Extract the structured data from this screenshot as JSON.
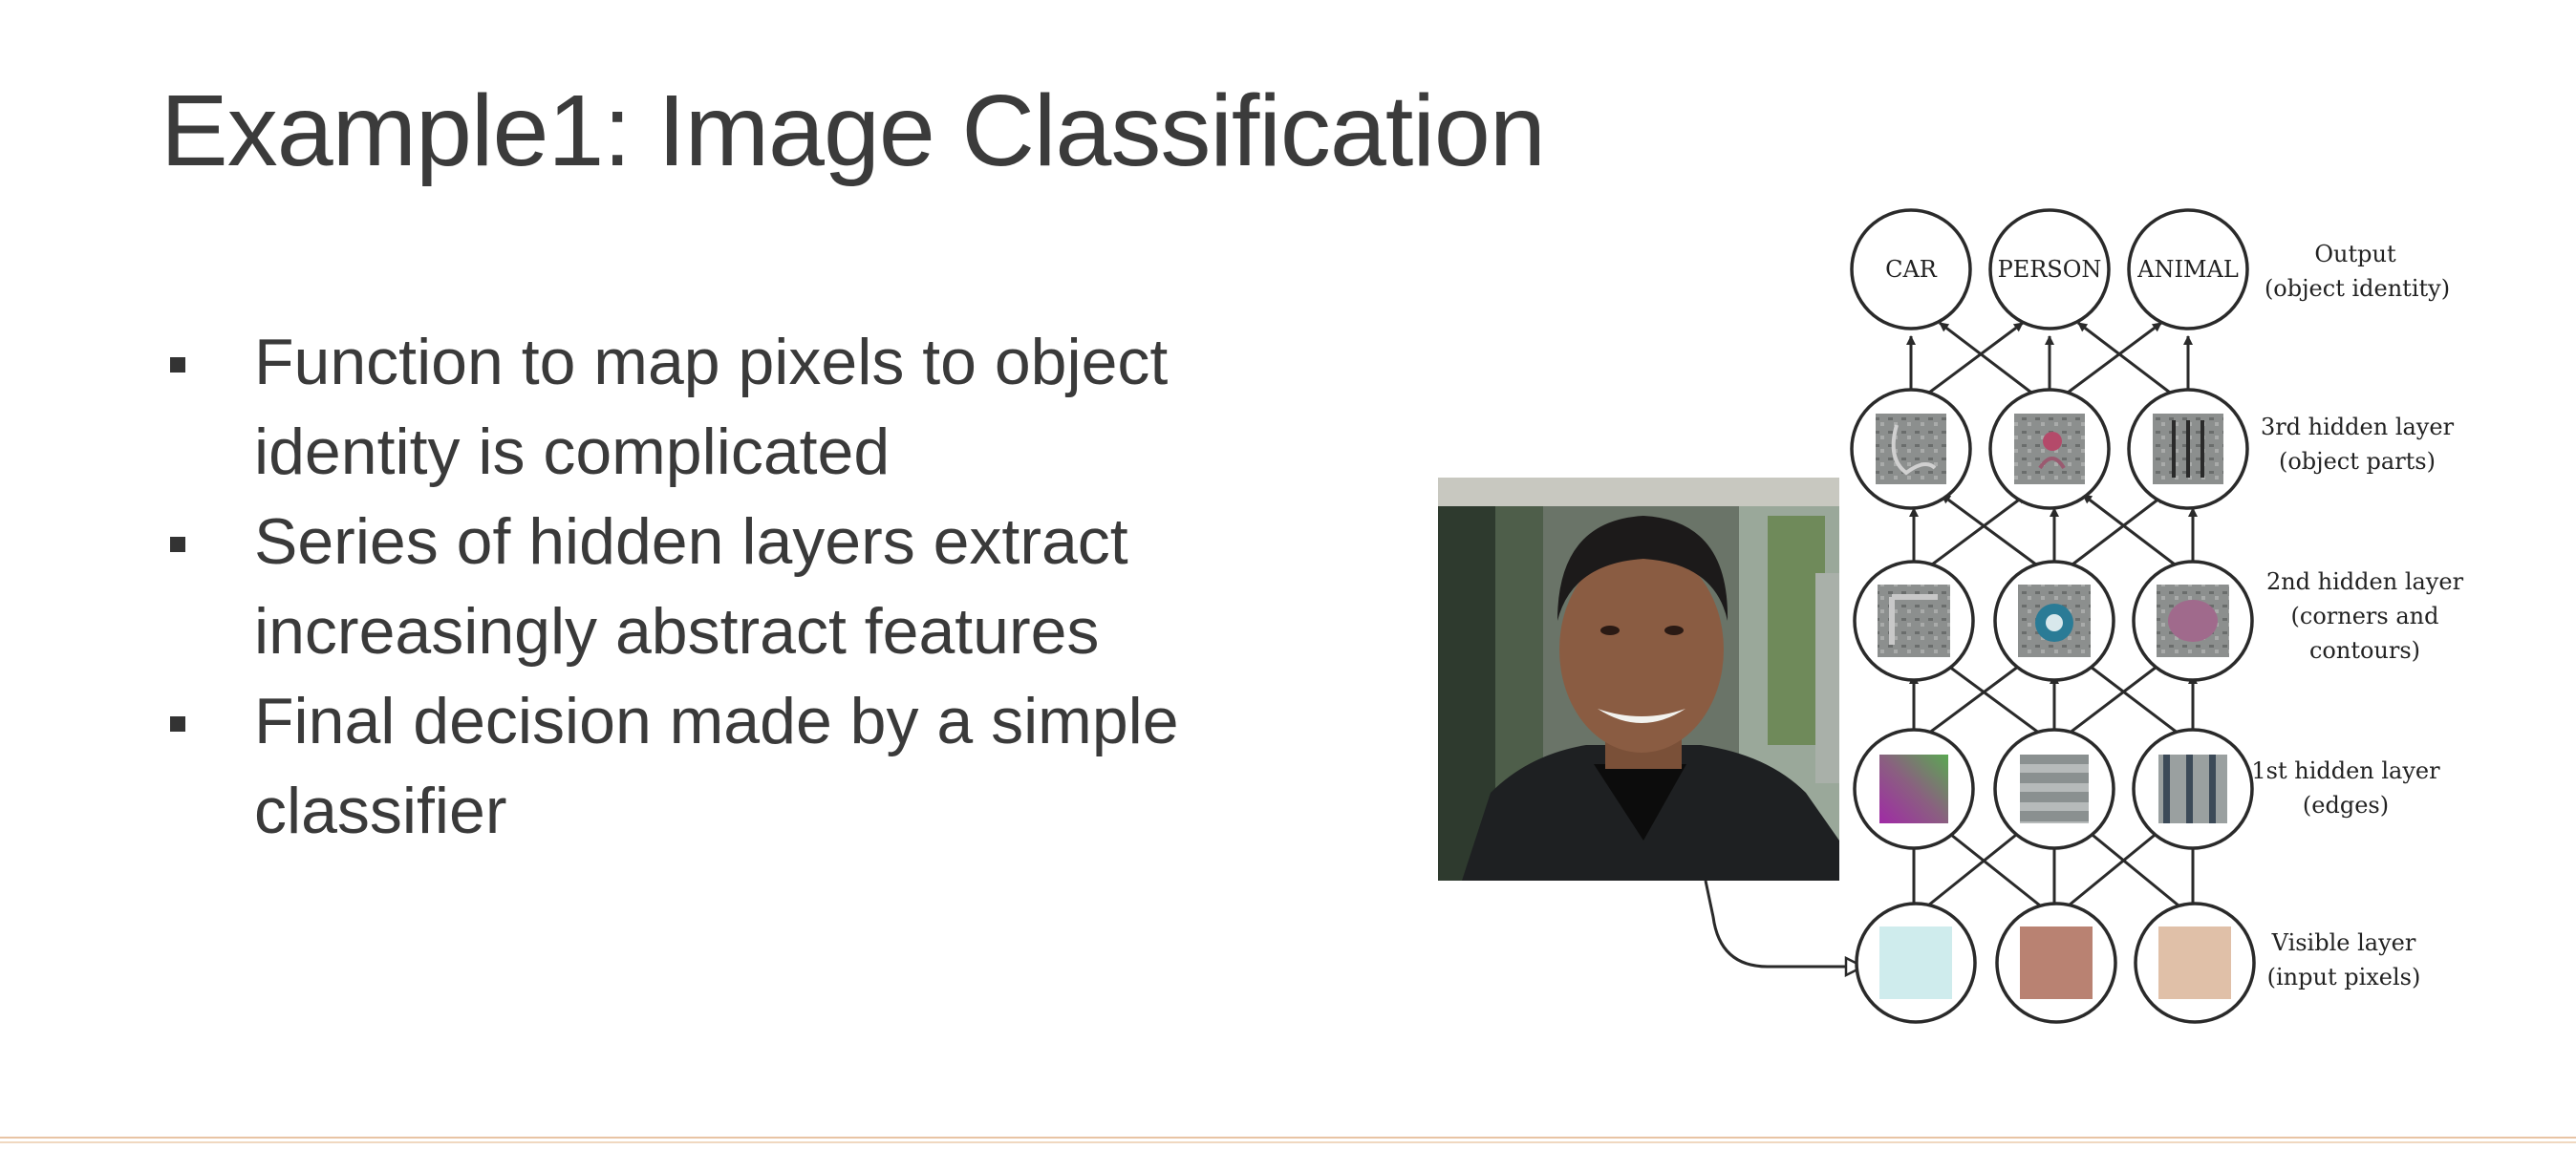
{
  "slide": {
    "title": "Example1: Image Classification",
    "bullets": [
      "Function to map pixels to object identity is complicated",
      "Series of hidden layers extract increasingly abstract features",
      "Final decision made by a simple classifier"
    ]
  },
  "diagram": {
    "output_nodes": [
      "CAR",
      "PERSON",
      "ANIMAL"
    ],
    "layer_labels": {
      "output": [
        "Output",
        "(object identity)"
      ],
      "hidden3": [
        "3rd hidden layer",
        "(object parts)"
      ],
      "hidden2": [
        "2nd hidden layer",
        "(corners and",
        "contours)"
      ],
      "hidden1": [
        "1st hidden layer",
        "(edges)"
      ],
      "visible": [
        "Visible layer",
        "(input pixels)"
      ]
    },
    "input_pixel_colors": [
      "#cfeced",
      "#b98272",
      "#e0c0a8"
    ],
    "photo": "portrait photo of a smiling man in a dark jacket"
  },
  "colors": {
    "title_text": "#3b3b3b",
    "body_text": "#3a3a3a",
    "footer_line": "#e8c4a4",
    "diagram_stroke": "#2a2a2a"
  }
}
